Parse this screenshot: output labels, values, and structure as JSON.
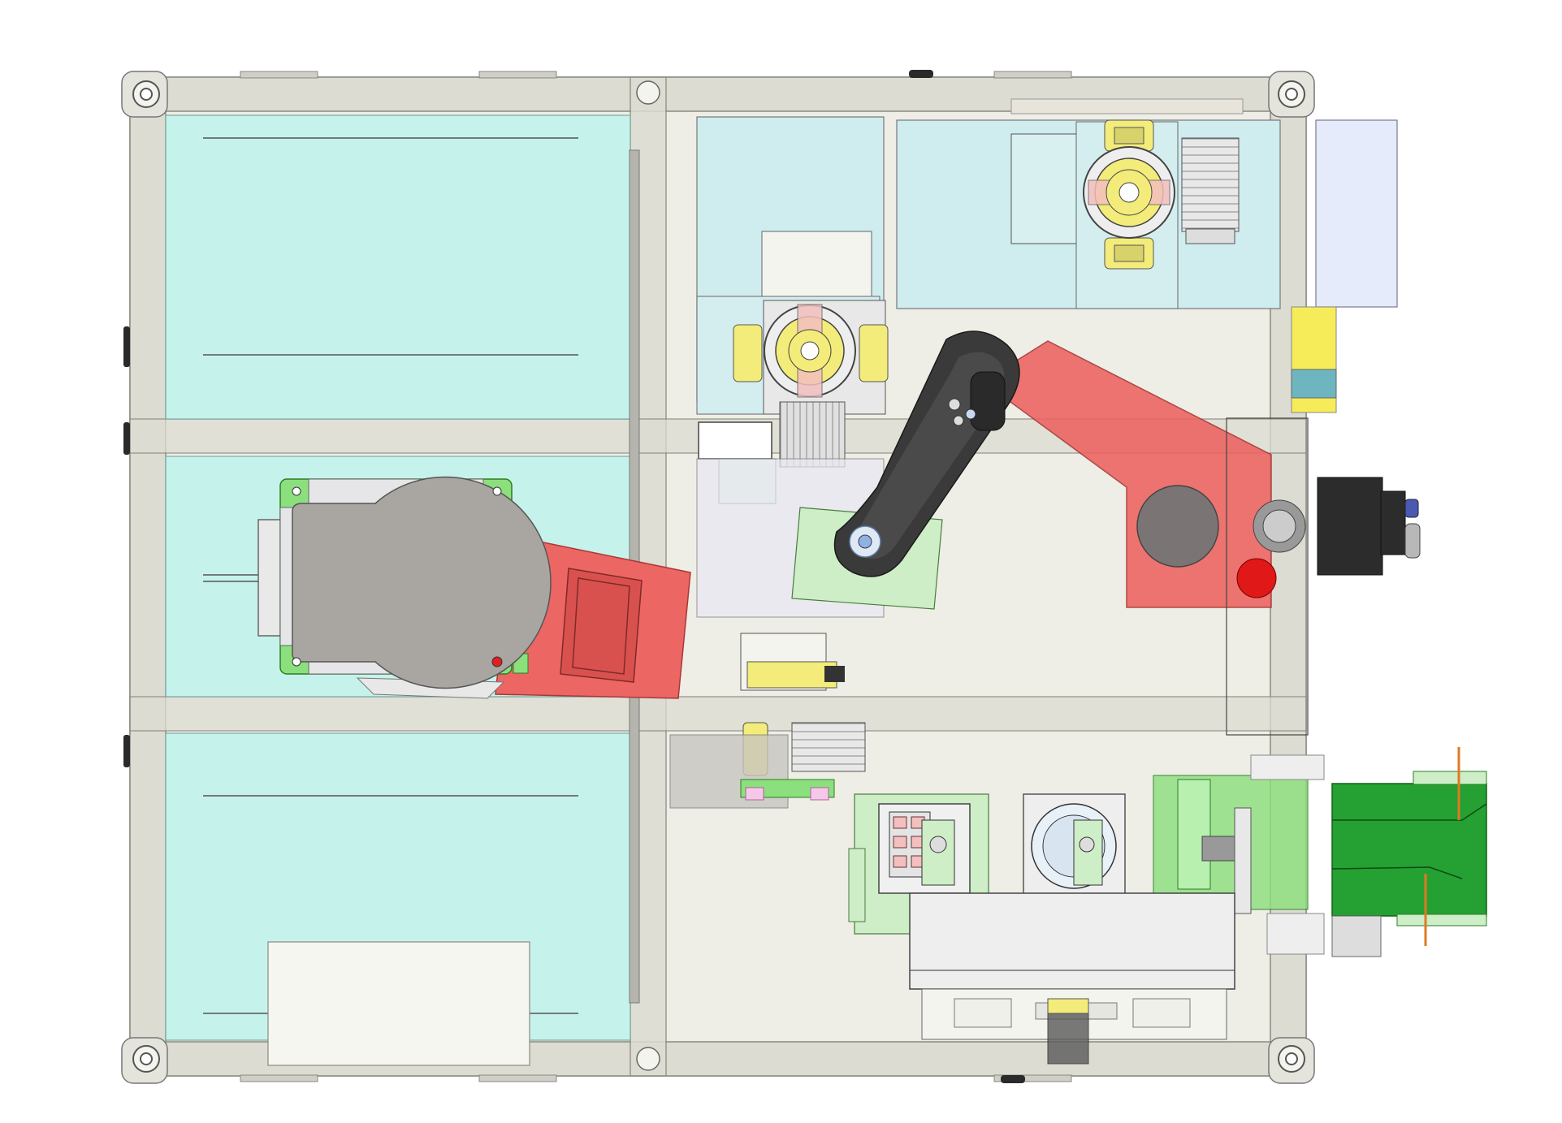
{
  "drawing": {
    "view": "top view",
    "colors": {
      "background": "#ffffff",
      "frame": "#dcdcd2",
      "frame_stroke": "#8a8a80",
      "floor": "#efeee6",
      "glass_panel": "#c6f2ec",
      "mount_plate": "#cfecef",
      "robot_red": "#ec6663",
      "robot_red_dark": "#c94643",
      "robot_dark": "#3a3a3a",
      "gray_base": "#a9a6a2",
      "green_mount": "#8be07d",
      "conveyor_green": "#25a033",
      "light_green": "#cdeec7",
      "yellow_part": "#f3ec7a",
      "pink_jaw": "#f3bfbf",
      "motor_black": "#2c2c2c",
      "wire_orange": "#e07a22"
    },
    "components": [
      "outer-frame",
      "glass-panel-top-left",
      "glass-panel-mid-left",
      "glass-panel-bottom-left",
      "robot-base-left",
      "robot-arm-left",
      "fixture-station-top",
      "fixture-station-mid",
      "scara-robot",
      "servo-motor",
      "gripper-station",
      "tray-station",
      "rotary-station",
      "conveyor",
      "work-table"
    ]
  }
}
